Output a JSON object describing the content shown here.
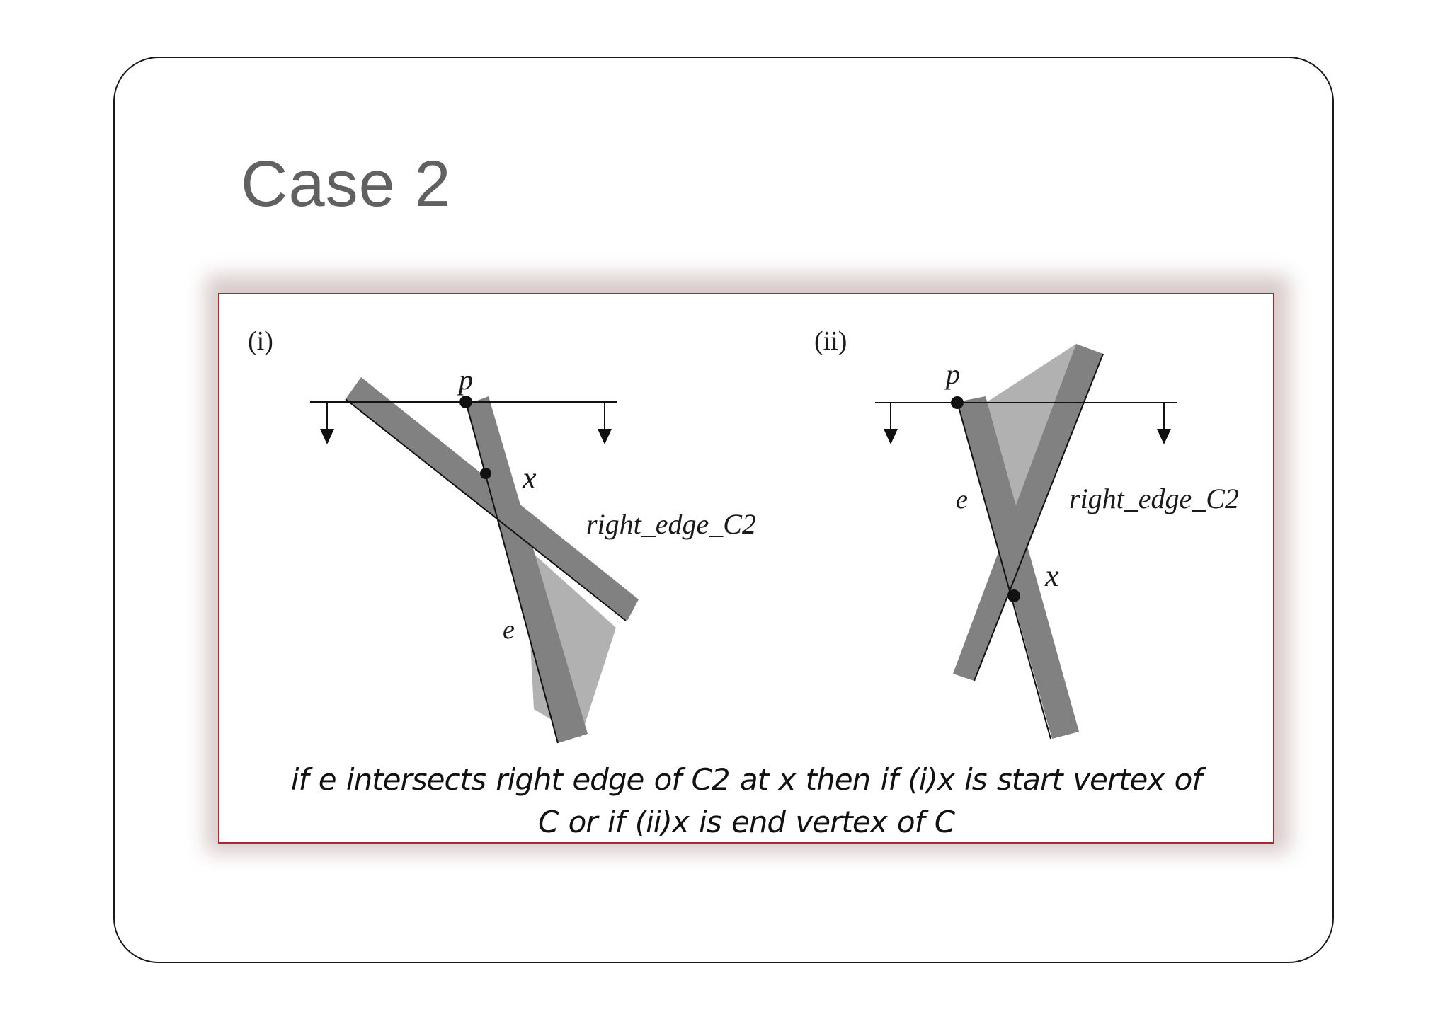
{
  "slide": {
    "title": "Case 2"
  },
  "figure": {
    "panel_i": {
      "label": "(i)",
      "point_p": "p",
      "point_x": "x",
      "edge_label": "right_edge_C2",
      "edge_e": "e"
    },
    "panel_ii": {
      "label": "(ii)",
      "point_p": "p",
      "point_x": "x",
      "edge_label": "right_edge_C2",
      "edge_e": "e"
    },
    "caption_line1": "if e intersects right edge of C2 at x then if (i)x is start vertex of",
    "caption_line2": "C or if (ii)x is end vertex of C"
  },
  "colors": {
    "frame_border": "#1a1a1a",
    "title": "#616161",
    "panel_border": "#a8282c",
    "dark_band": "#818181",
    "light_region": "#b1b1b1"
  }
}
